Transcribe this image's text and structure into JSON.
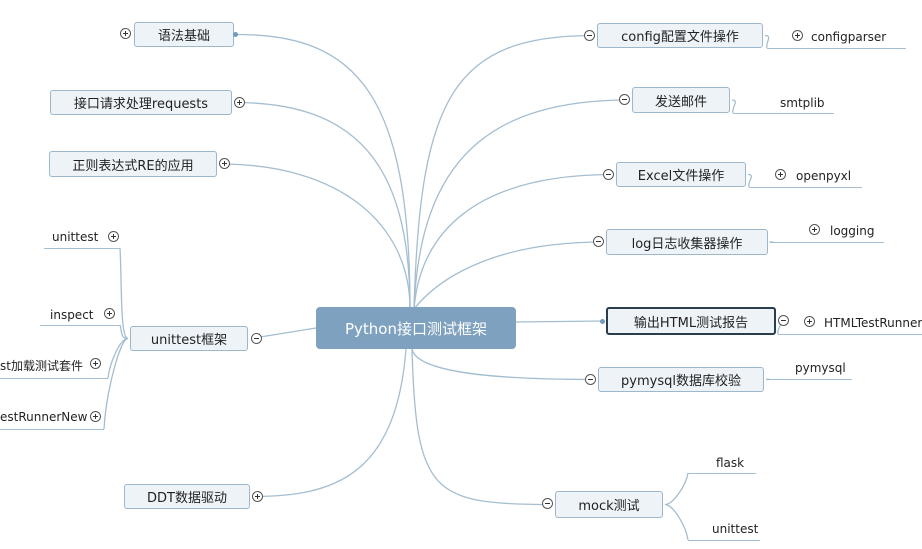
{
  "root": {
    "label": "Python接口测试框架"
  },
  "left_branches": [
    {
      "id": "yufa",
      "label": "语法基础",
      "toggle": "plus"
    },
    {
      "id": "requests",
      "label": "接口请求处理requests",
      "toggle": "plus"
    },
    {
      "id": "re",
      "label": "正则表达式RE的应用",
      "toggle": "plus"
    },
    {
      "id": "unittest",
      "label": "unittest框架",
      "toggle": "minus",
      "children": [
        {
          "label": "unittest",
          "toggle": "plus"
        },
        {
          "label": "inspect",
          "toggle": "plus"
        },
        {
          "label": "st加载测试套件",
          "toggle": "plus"
        },
        {
          "label": "estRunnerNew",
          "toggle": "plus"
        }
      ]
    },
    {
      "id": "ddt",
      "label": "DDT数据驱动",
      "toggle": "plus"
    }
  ],
  "right_branches": [
    {
      "id": "config",
      "label": "config配置文件操作",
      "toggle": "minus",
      "children": [
        {
          "label": "configparser",
          "toggle": "plus"
        }
      ]
    },
    {
      "id": "mail",
      "label": "发送邮件",
      "toggle": "minus",
      "children": [
        {
          "label": "smtplib"
        }
      ]
    },
    {
      "id": "excel",
      "label": "Excel文件操作",
      "toggle": "minus",
      "children": [
        {
          "label": "openpyxl",
          "toggle": "plus"
        }
      ]
    },
    {
      "id": "log",
      "label": "log日志收集器操作",
      "toggle": "minus",
      "children": [
        {
          "label": "logging",
          "toggle": "plus"
        }
      ]
    },
    {
      "id": "html",
      "label": "输出HTML测试报告",
      "toggle": "minus",
      "selected": true,
      "children": [
        {
          "label": "HTMLTestRunner",
          "toggle": "plus"
        }
      ]
    },
    {
      "id": "pymysql",
      "label": "pymysql数据库校验",
      "toggle": "minus",
      "children": [
        {
          "label": "pymysql"
        }
      ]
    },
    {
      "id": "mock",
      "label": "mock测试",
      "toggle": "minus",
      "children": [
        {
          "label": "flask"
        },
        {
          "label": "unittest"
        }
      ]
    }
  ],
  "colors": {
    "line": "#a4bed1",
    "root_fill": "#7ea1bf",
    "node_fill": "#eef3f8",
    "node_border": "#9db7cc",
    "selected_border": "#2b3d4d"
  }
}
